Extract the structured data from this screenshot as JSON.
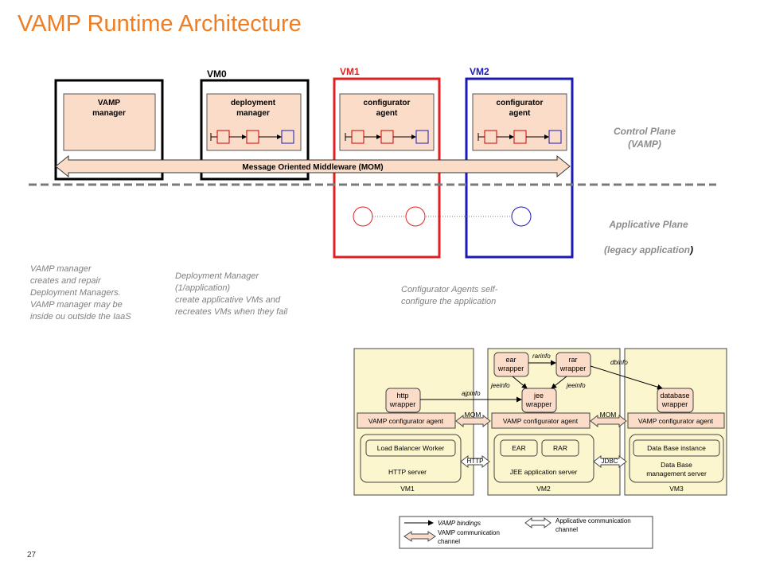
{
  "title": "VAMP Runtime Architecture",
  "page_number": "27",
  "vms": {
    "vm0": "VM0",
    "vm1": "VM1",
    "vm2": "VM2"
  },
  "colors": {
    "title": "#f07d22",
    "vm1": "#e02020",
    "vm2": "#1a1ab4",
    "box_fill": "#fbdcc8",
    "legacy_bg": "#fcf6cf"
  },
  "components": {
    "vamp_manager": [
      "VAMP",
      "manager"
    ],
    "deployment_manager": [
      "deployment",
      "manager"
    ],
    "configurator_agent_1": [
      "configurator",
      "agent"
    ],
    "configurator_agent_2": [
      "configurator",
      "agent"
    ]
  },
  "mom_label": "Message Oriented Middleware (MOM)",
  "planes": {
    "control": "Control Plane\n(VAMP)",
    "applicative_line1": "Applicative Plane",
    "applicative_line2": "(legacy application",
    "applicative_paren": ")"
  },
  "notes": {
    "vamp_manager": "VAMP manager\ncreates and repair\nDeployment Managers.\nVAMP manager may be\ninside ou outside the IaaS",
    "deployment_manager": "Deployment Manager\n(1/application)\ncreate applicative VMs and\nrecreates VMs when they fail",
    "configurator": "Configurator Agents self-\nconfigure the application"
  },
  "lower_diagram": {
    "wrappers": {
      "ear": [
        "ear",
        "wrapper"
      ],
      "rar": [
        "rar",
        "wrapper"
      ],
      "http": [
        "http",
        "wrapper"
      ],
      "jee": [
        "jee",
        "wrapper"
      ],
      "database": [
        "database",
        "wrapper"
      ]
    },
    "bindings": {
      "rarinfo": "rarinfo",
      "dbinfo": "dbinfo",
      "ajpinfo": "ajpinfo",
      "jeeinfo_left": "jeeinfo",
      "jeeinfo_right": "jeeinfo"
    },
    "agent_label": "VAMP configurator agent",
    "channels": {
      "mom1": "MOM",
      "mom2": "MOM",
      "http": "HTTP",
      "jdbc": "JDBC"
    },
    "vm1": {
      "inner": "Load Balancer Worker",
      "server": "HTTP server",
      "name": "VM1"
    },
    "vm2": {
      "ear": "EAR",
      "rar": "RAR",
      "server": "JEE application server",
      "name": "VM2"
    },
    "vm3": {
      "inner": "Data Base instance",
      "server_line1": "Data Base",
      "server_line2": "management  server",
      "name": "VM3"
    },
    "legend": {
      "bindings": "VAMP bindings",
      "vamp_comm_line1": "VAMP communication",
      "vamp_comm_line2": "channel",
      "app_comm_line1": "Applicative communication",
      "app_comm_line2": "channel"
    }
  }
}
